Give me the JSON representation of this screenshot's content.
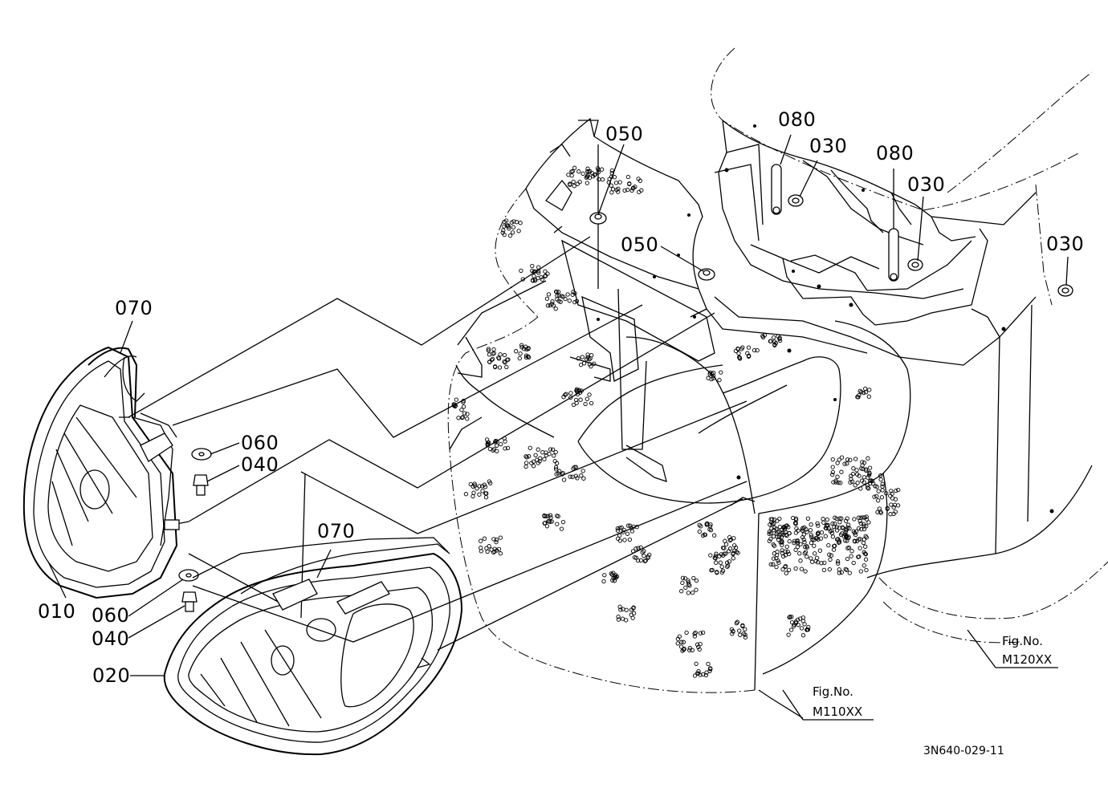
{
  "diagram": {
    "drawing_code": "3N640-029-11",
    "part_labels": [
      {
        "id": "p070a",
        "text": "070"
      },
      {
        "id": "p050a",
        "text": "050"
      },
      {
        "id": "p080a",
        "text": "080"
      },
      {
        "id": "p030a",
        "text": "030"
      },
      {
        "id": "p080b",
        "text": "080"
      },
      {
        "id": "p030b",
        "text": "030"
      },
      {
        "id": "p050b",
        "text": "050"
      },
      {
        "id": "p030c",
        "text": "030"
      },
      {
        "id": "p060a",
        "text": "060"
      },
      {
        "id": "p040a",
        "text": "040"
      },
      {
        "id": "p070b",
        "text": "070"
      },
      {
        "id": "p010",
        "text": "010"
      },
      {
        "id": "p060b",
        "text": "060"
      },
      {
        "id": "p040b",
        "text": "040"
      },
      {
        "id": "p020",
        "text": "020"
      }
    ],
    "figure_refs": [
      {
        "caption": "Fig.No.",
        "number": "M110XX"
      },
      {
        "caption": "Fig.No.",
        "number": "M120XX"
      }
    ]
  }
}
